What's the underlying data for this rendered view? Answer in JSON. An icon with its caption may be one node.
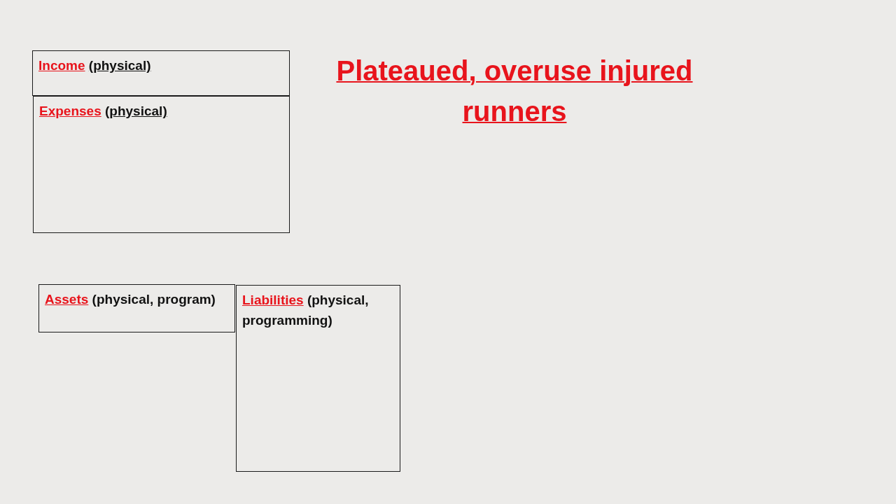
{
  "diagram": {
    "title": "Plateaued, overuse injured runners",
    "nodes": [
      {
        "text": [
          "Income",
          "(physical)"
        ]
      },
      {
        "text": [
          "Expenses",
          "(physical)"
        ]
      },
      {
        "text": [
          "Assets",
          "(physical, program)"
        ]
      },
      {
        "text": [
          "Liabilities",
          "(physical, programming)"
        ]
      }
    ]
  }
}
